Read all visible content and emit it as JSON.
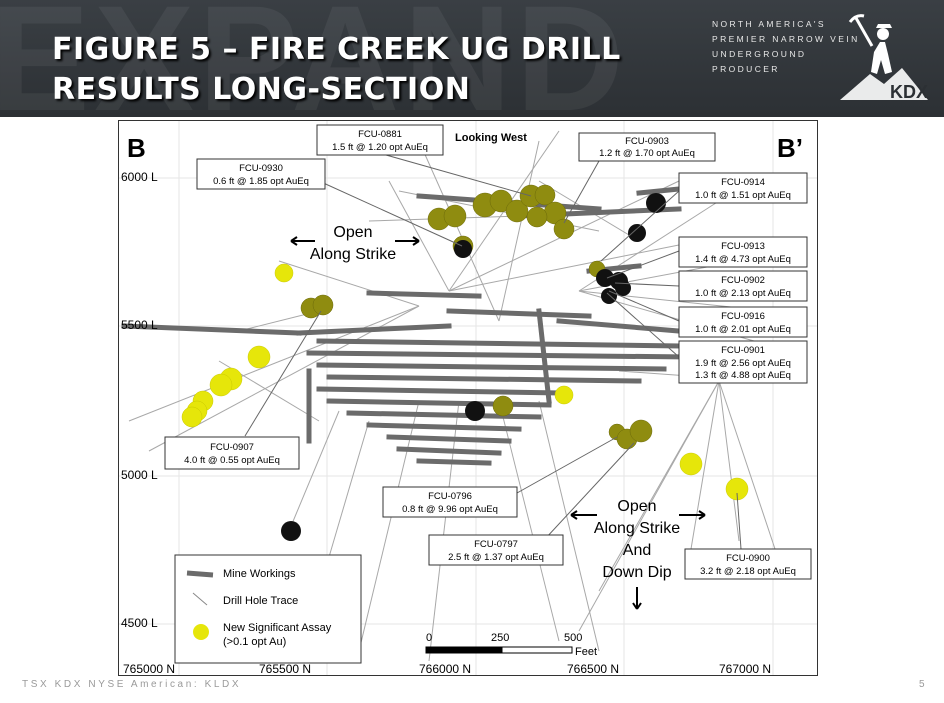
{
  "header": {
    "title_line1": "FIGURE 5 – FIRE CREEK UG DRILL",
    "title_line2": "RESULTS  LONG-SECTION",
    "watermark": "EXPAND",
    "tagline": [
      "NORTH AMERICA'S",
      "PREMIER NARROW VEIN",
      "UNDERGROUND",
      "PRODUCER"
    ],
    "logo_text": "KDX"
  },
  "figure": {
    "corner_left": "B",
    "corner_right": "B’",
    "view_label": "Looking West",
    "level_labels": [
      "6000 L",
      "5500 L",
      "5000 L",
      "4500 L"
    ],
    "northing_labels": [
      "765000 N",
      "765500 N",
      "766000 N",
      "766500 N",
      "767000 N"
    ],
    "open_strike_top": [
      "Open",
      "Along Strike"
    ],
    "open_strike_bottom": [
      "Open",
      "Along Strike",
      "And",
      "Down Dip"
    ],
    "callouts": [
      {
        "hole": "FCU-0881",
        "lines": [
          "1.5 ft @ 1.20 opt AuEq"
        ]
      },
      {
        "hole": "FCU-0903",
        "lines": [
          "1.2 ft @ 1.70 opt AuEq"
        ]
      },
      {
        "hole": "FCU-0930",
        "lines": [
          "0.6 ft @ 1.85 opt AuEq"
        ]
      },
      {
        "hole": "FCU-0914",
        "lines": [
          "1.0 ft @ 1.51 opt AuEq"
        ]
      },
      {
        "hole": "FCU-0913",
        "lines": [
          "1.4 ft @ 4.73 opt AuEq"
        ]
      },
      {
        "hole": "FCU-0902",
        "lines": [
          "1.0 ft @ 2.13 opt AuEq"
        ]
      },
      {
        "hole": "FCU-0916",
        "lines": [
          "1.0 ft @ 2.01 opt AuEq"
        ]
      },
      {
        "hole": "FCU-0901",
        "lines": [
          "1.9 ft @ 2.56 opt AuEq",
          "1.3 ft @ 4.88 opt AuEq"
        ]
      },
      {
        "hole": "FCU-0907",
        "lines": [
          "4.0 ft @ 0.55 opt AuEq"
        ]
      },
      {
        "hole": "FCU-0796",
        "lines": [
          "0.8 ft @ 9.96 opt AuEq"
        ]
      },
      {
        "hole": "FCU-0797",
        "lines": [
          "2.5 ft @ 1.37 opt AuEq"
        ]
      },
      {
        "hole": "FCU-0900",
        "lines": [
          "3.2 ft @ 2.18 opt AuEq"
        ]
      }
    ],
    "legend": {
      "workings": "Mine Workings",
      "drill_trace": "Drill Hole Trace",
      "assay_line1": "New Significant Assay",
      "assay_line2": "(>0.1 opt Au)"
    },
    "scale": {
      "ticks": [
        "0",
        "250",
        "500"
      ],
      "unit": "Feet"
    },
    "colors": {
      "assay_yellow": "#e6e60a",
      "assay_olive": "#8f8c10",
      "workings": "#6b6b6b",
      "trace": "#a8a8a8"
    }
  },
  "footer": {
    "text": "TSX KDX NYSE American: KLDX",
    "page_number": "5"
  }
}
